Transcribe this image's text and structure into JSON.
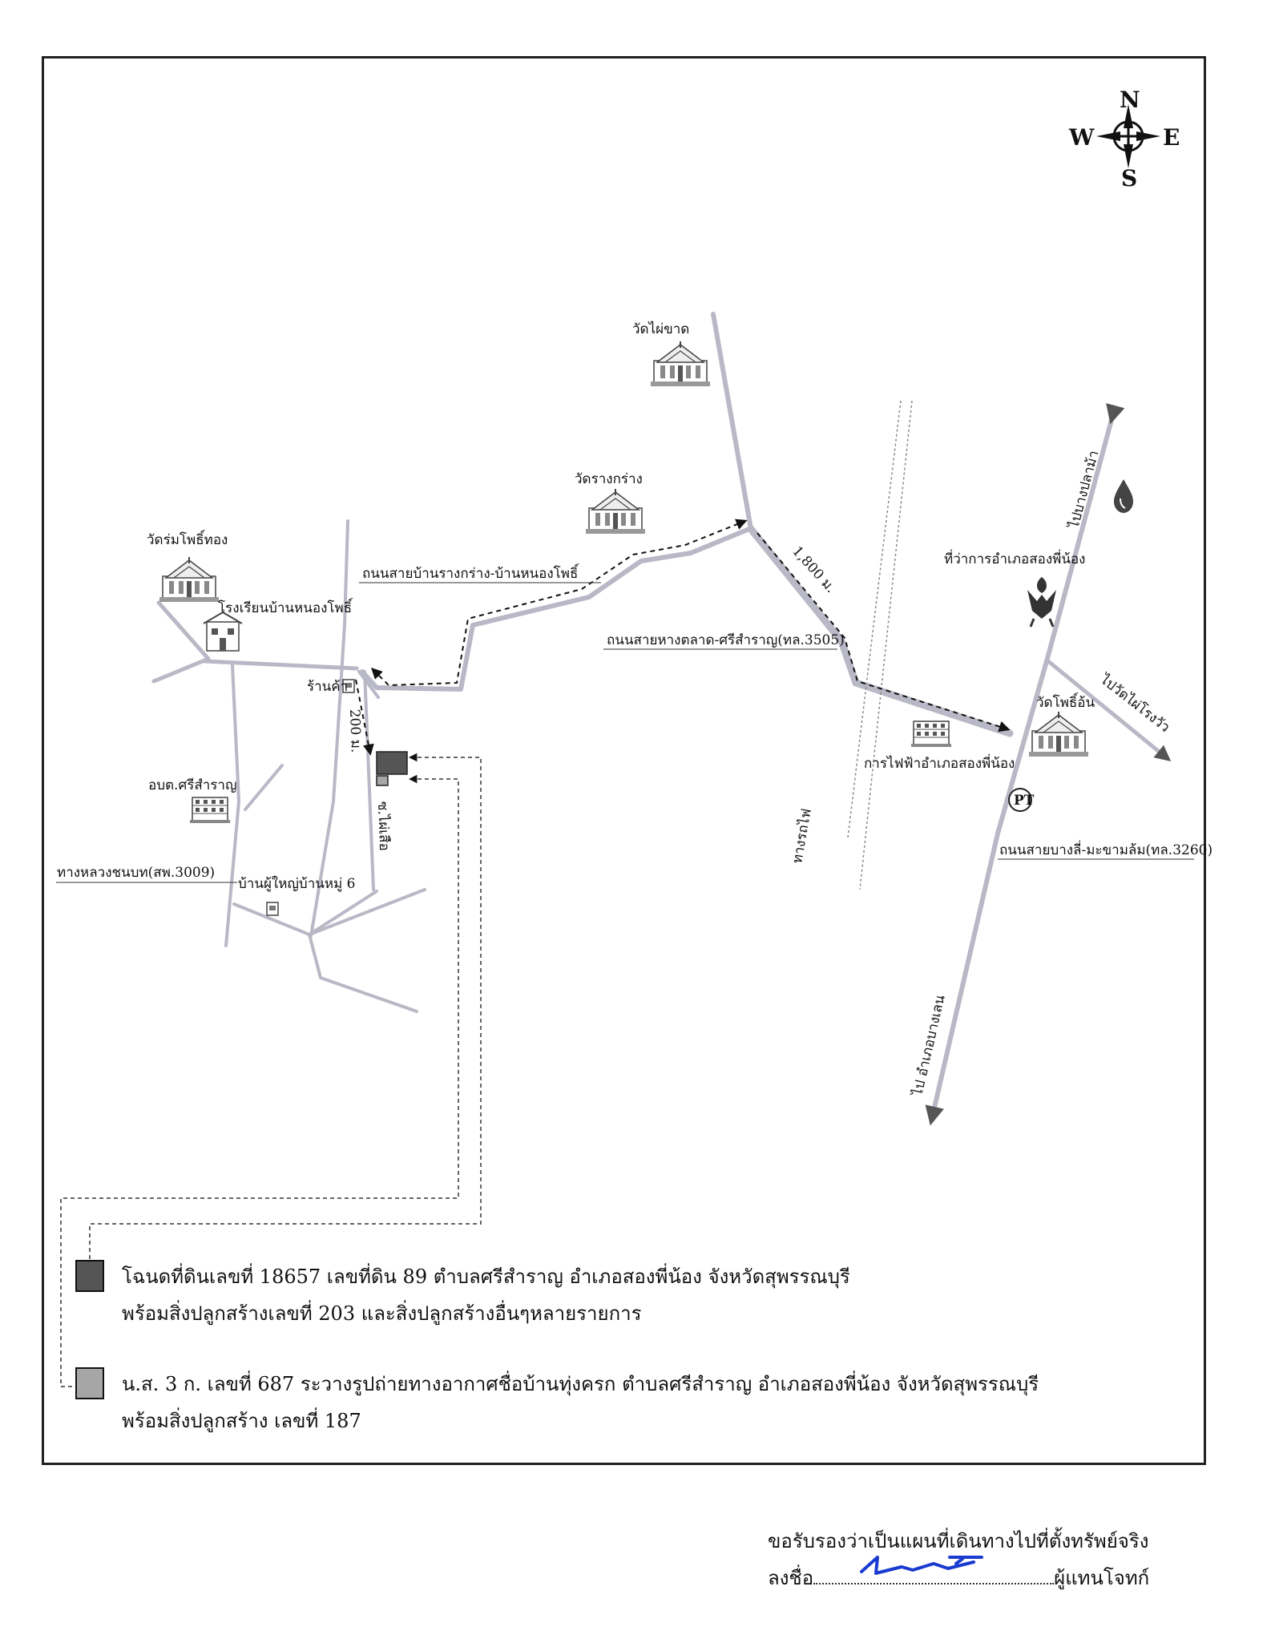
{
  "compass": {
    "n": "N",
    "s": "S",
    "e": "E",
    "w": "W"
  },
  "labels": {
    "wat_phai_khad": "วัดไผ่ขาด",
    "wat_rang_krang": "วัดรางกร่าง",
    "wat_rom_pho_thong": "วัดร่มโพธิ์ทอง",
    "school": "โรงเรียนบ้านหนองโพธิ์",
    "road_rangkrang": "ถนนสายบ้านรางกร่าง-บ้านหนองโพธิ์",
    "road_3505": "ถนนสายหางตลาด-ศรีสำราญ(ทล.3505)",
    "shop": "ร้านค้า",
    "dist_200": "200 ม.",
    "dist_1800": "1,800 ม.",
    "obt": "อบต.ศรีสำราญ",
    "road_3009": "ทางหลวงชนบท(สพ.3009)",
    "headman_house": "บ้านผู้ใหญ่บ้านหมู่ 6",
    "soi_phai_sue": "ซ.ไผ่เสือ",
    "railway": "ทางรถไฟ",
    "district_office": "ที่ว่าการอำเภอสองพี่น้อง",
    "to_bang_pla_ma": "ไปบางปลาม้า",
    "to_wat_phai_rong_wua": "ไปวัดไผ่โรงวัว",
    "wat_pho_on": "วัดโพธิ์อ้น",
    "electricity": "การไฟฟ้าอำเภอสองพี่น้อง",
    "road_3260": "ถนนสายบางลี่-มะขามล้ม(ทล.3260)",
    "to_bang_len": "ไป อำเภอบางเลน",
    "ptt": "PT"
  },
  "legend": [
    {
      "color": "#555555",
      "line1": "โฉนดที่ดินเลขที่ 18657 เลขที่ดิน 89 ตำบลศรีสำราญ อำเภอสองพี่น้อง จังหวัดสุพรรณบุรี",
      "line2": "พร้อมสิ่งปลูกสร้างเลขที่ 203 และสิ่งปลูกสร้างอื่นๆหลายรายการ"
    },
    {
      "color": "#a6a6a6",
      "line1": "น.ส. 3 ก. เลขที่ 687 ระวางรูปถ่ายทางอากาศชื่อบ้านทุ่งครก ตำบลศรีสำราญ อำเภอสองพี่น้อง จังหวัดสุพรรณบุรี",
      "line2": "พร้อมสิ่งปลูกสร้าง เลขที่ 187"
    }
  ],
  "certification": {
    "line1": "ขอรับรองว่าเป็นแผนที่เดินทางไปที่ตั้งทรัพย์จริง",
    "sign_label": "ลงชื่อ",
    "role": "ผู้แทนโจทก์"
  }
}
